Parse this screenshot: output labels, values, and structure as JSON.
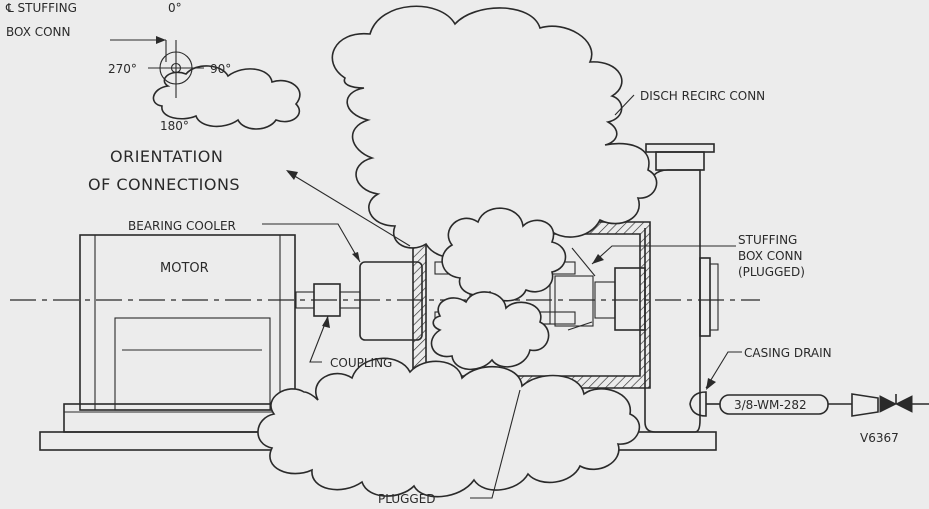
{
  "labels": {
    "stuffing_box_top_1": "℄ STUFFING",
    "stuffing_box_top_2": "BOX CONN",
    "deg_0": "0°",
    "deg_90": "90°",
    "deg_180": "180°",
    "deg_270": "270°",
    "orientation_1": "ORIENTATION",
    "orientation_2": "OF CONNECTIONS",
    "bearing_cooler": "BEARING COOLER",
    "motor": "MOTOR",
    "coupling": "COUPLING",
    "plugged": "PLUGGED",
    "disch_recirc": "DISCH RECIRC CONN",
    "stuffing_box_right_1": "STUFFING",
    "stuffing_box_right_2": "BOX CONN",
    "stuffing_box_right_3": "(PLUGGED)",
    "casing_drain": "CASING DRAIN",
    "pipe_tag": "3/8-WM-282",
    "valve_tag": "V6367"
  },
  "colors": {
    "background": "#ececec",
    "ink": "#2a2a2a"
  }
}
